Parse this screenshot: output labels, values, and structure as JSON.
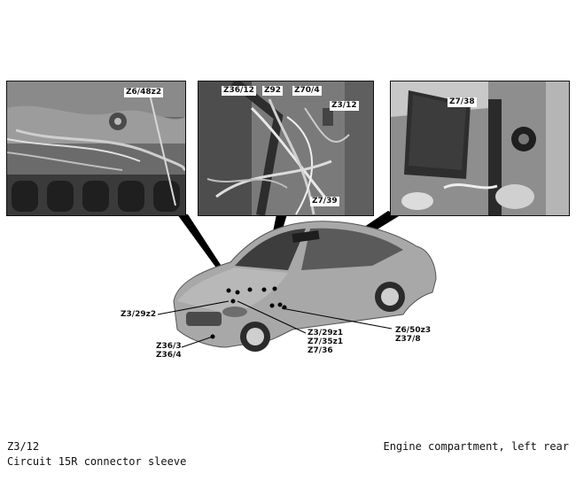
{
  "photos": {
    "left": {
      "callouts": [
        "Z6/48z2"
      ]
    },
    "middle": {
      "callouts": [
        "Z36/12",
        "Z92",
        "Z70/4",
        "Z3/12",
        "Z7/39"
      ]
    },
    "right": {
      "callouts": [
        "Z7/38"
      ]
    }
  },
  "car_labels": {
    "z3_29z2": "Z3/29z2",
    "z36_3": "Z36/3",
    "z36_4": "Z36/4",
    "z3_29z1": "Z3/29z1",
    "z7_35z1": "Z7/35z1",
    "z7_36": "Z7/36",
    "z6_50z3": "Z6/50z3",
    "z37_8": "Z37/8"
  },
  "footer": {
    "component_id": "Z3/12",
    "component_name": "Circuit 15R connector sleeve",
    "location": "Engine compartment, left rear"
  },
  "colors": {
    "car_body": "#a8a8a8",
    "photo_bg": "#5a5a5a",
    "pointer": "#000000"
  }
}
